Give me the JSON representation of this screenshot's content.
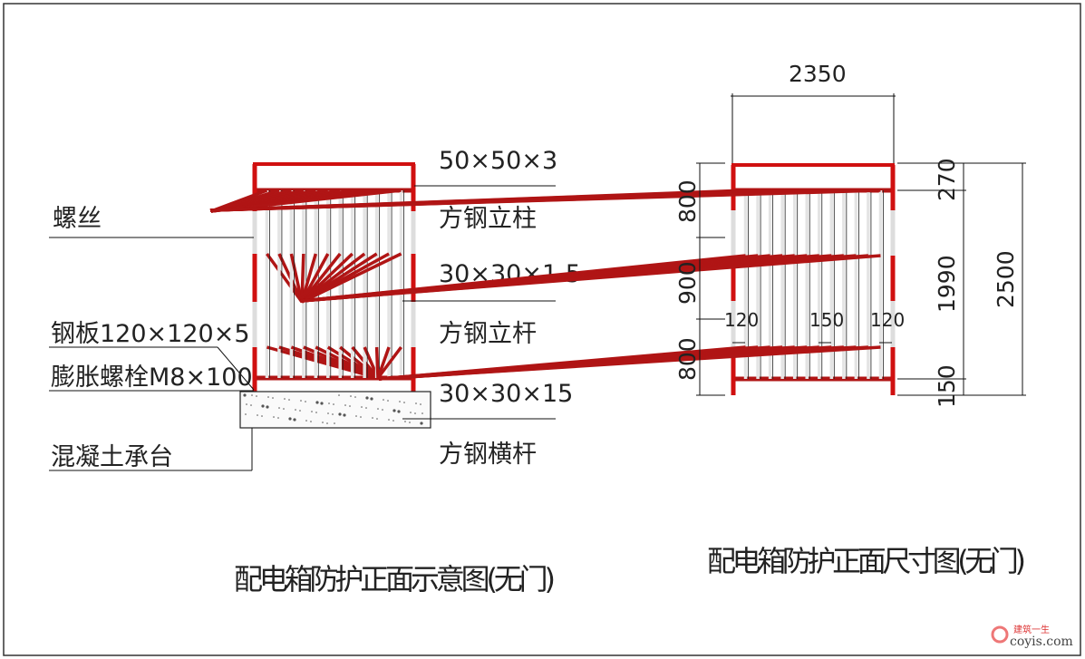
{
  "left_drawing": {
    "title": "配电箱防护正面示意图(无门)",
    "labels": {
      "screw": "螺丝",
      "steel_plate": "钢板120×120×5",
      "expansion_bolt": "膨胀螺栓M8×100",
      "concrete_base": "混凝土承台",
      "column_size": "50×50×3",
      "column_name": "方钢立柱",
      "post_size": "30×30×1.5",
      "post_name": "方钢立杆",
      "rail_size": "30×30×15",
      "rail_name": "方钢横杆"
    }
  },
  "right_drawing": {
    "title": "配电箱防护正面尺寸图(无门)",
    "dimensions": {
      "width": "2350",
      "left_top": "800",
      "left_mid": "900",
      "left_bottom": "800",
      "right_top": "270",
      "right_mid": "1990",
      "right_bottom": "150",
      "total_height": "2500",
      "gap_left": "120",
      "gap_mid": "150",
      "gap_right": "120"
    }
  },
  "watermark": {
    "cn": "建筑一生",
    "site": "coyis.com"
  },
  "colors": {
    "frame": "#d01010",
    "picket": "#b01515"
  }
}
